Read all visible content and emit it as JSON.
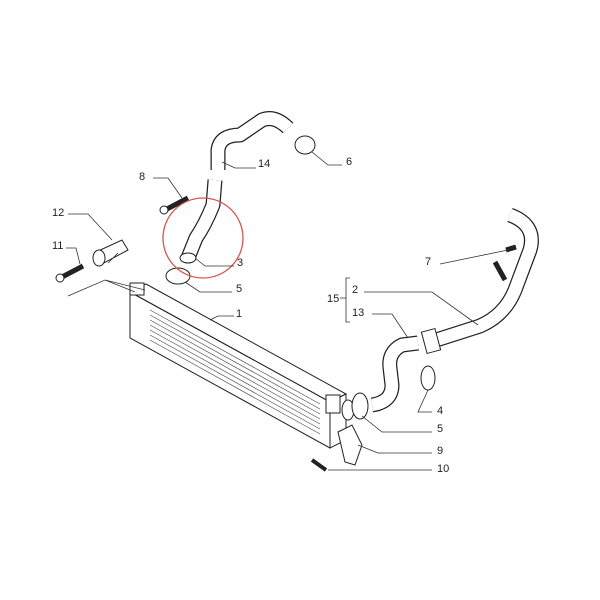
{
  "diagram": {
    "highlight_color": "#d9534f",
    "highlighted_part": "3",
    "labels": {
      "p1": "1",
      "p2": "2",
      "p3": "3",
      "p4": "4",
      "p5a": "5",
      "p5b": "5",
      "p6": "6",
      "p7": "7",
      "p8": "8",
      "p9": "9",
      "p10": "10",
      "p11": "11",
      "p12": "12",
      "p13": "13",
      "p14": "14",
      "p15": "15"
    }
  }
}
